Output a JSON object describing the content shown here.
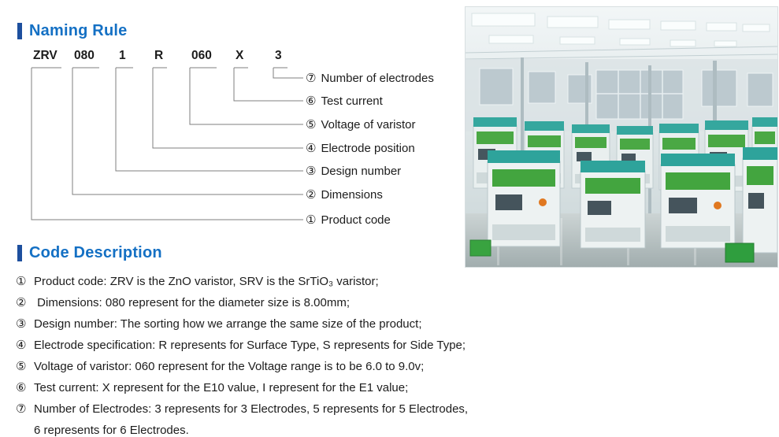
{
  "colors": {
    "heading_text": "#1470c4",
    "heading_bar": "#1d4f9e",
    "text_color": "#1c1c1c",
    "line_color": "#7f7f7f"
  },
  "sections": {
    "naming_rule": {
      "title": "Naming Rule",
      "codes": [
        "ZRV",
        "080",
        "1",
        "R",
        "060",
        "X",
        "3"
      ],
      "labels": [
        {
          "num": "⑦",
          "text": "Number of electrodes"
        },
        {
          "num": "⑥",
          "text": "Test current"
        },
        {
          "num": "⑤",
          "text": "Voltage of varistor"
        },
        {
          "num": "④",
          "text": "Electrode position"
        },
        {
          "num": "③",
          "text": "Design number"
        },
        {
          "num": "②",
          "text": "Dimensions"
        },
        {
          "num": "①",
          "text": "Product code"
        }
      ]
    },
    "code_description": {
      "title": "Code Description",
      "items": [
        {
          "num": "①",
          "text": "Product code: ZRV is the ZnO varistor, SRV is the SrTiO₃ varistor;"
        },
        {
          "num": "②",
          "text": " Dimensions: 080 represent for the diameter size is 8.00mm;"
        },
        {
          "num": "③",
          "text": "Design number: The sorting how we arrange the same size of the product;"
        },
        {
          "num": "④",
          "text": "Electrode specification: R represents for Surface Type, S represents for Side Type;"
        },
        {
          "num": "⑤",
          "text": "Voltage of varistor: 060 represent for the Voltage range is to be 6.0 to 9.0v;"
        },
        {
          "num": "⑥",
          "text": "Test current: X represent for the E10 value, I represent for the E1 value;"
        },
        {
          "num": "⑦",
          "text": "Number of Electrodes: 3 represents for 3 Electrodes, 5 represents for 5 Electrodes,"
        }
      ],
      "continuation": "6 represents for 6 Electrodes."
    }
  },
  "photo": {
    "alt": "Factory production line with automated machines"
  }
}
